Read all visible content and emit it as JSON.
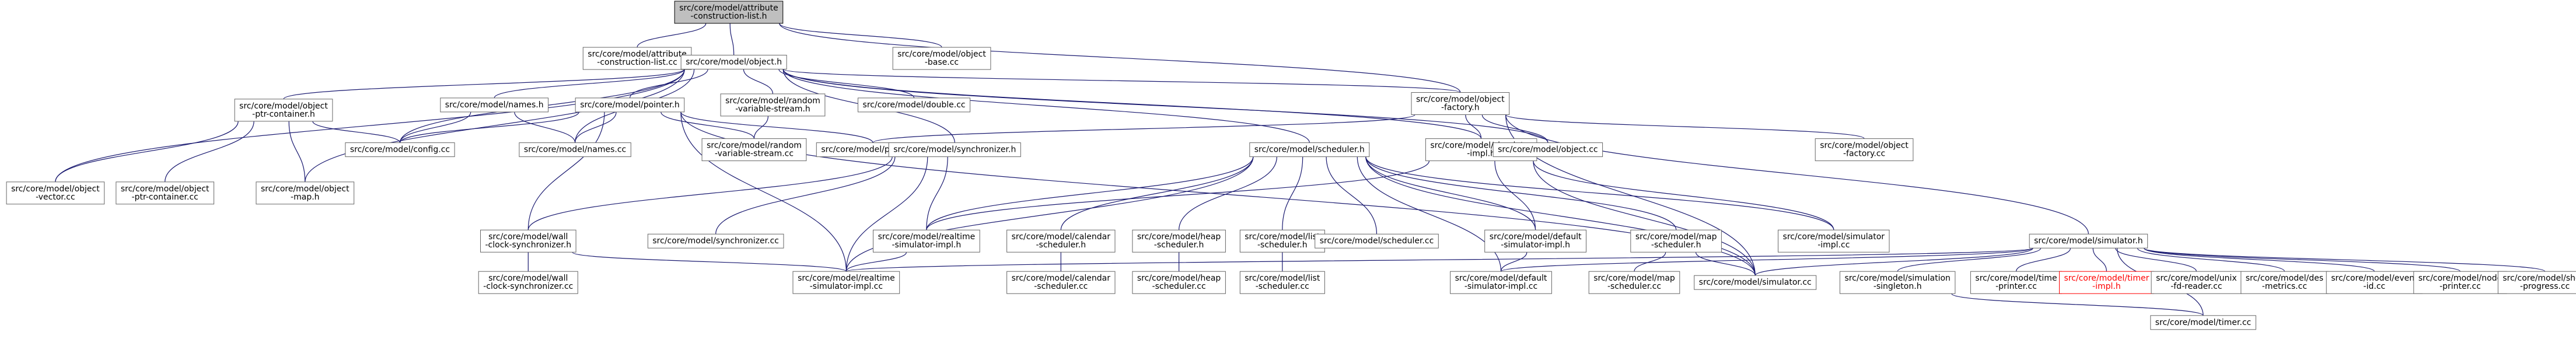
{
  "diagram": {
    "colors": {
      "edge": "#191970",
      "root_fill": "#bfbfbf",
      "box_stroke": "#666666",
      "missing_text": "#ff0000"
    },
    "nodes": [
      {
        "id": "acl_h",
        "lines": [
          "src/core/model/attribute",
          "-construction-list.h"
        ],
        "root": true
      },
      {
        "id": "acl_cc",
        "lines": [
          "src/core/model/attribute",
          "-construction-list.cc"
        ]
      },
      {
        "id": "object_h",
        "lines": [
          "src/core/model/object.h"
        ]
      },
      {
        "id": "object_base_cc",
        "lines": [
          "src/core/model/object",
          "-base.cc"
        ]
      },
      {
        "id": "opc_h",
        "lines": [
          "src/core/model/object",
          "-ptr-container.h"
        ]
      },
      {
        "id": "names_h",
        "lines": [
          "src/core/model/names.h"
        ]
      },
      {
        "id": "pointer_h",
        "lines": [
          "src/core/model/pointer.h"
        ]
      },
      {
        "id": "rvs_h",
        "lines": [
          "src/core/model/random",
          "-variable-stream.h"
        ]
      },
      {
        "id": "double_cc",
        "lines": [
          "src/core/model/double.cc"
        ]
      },
      {
        "id": "factory_h",
        "lines": [
          "src/core/model/object",
          "-factory.h"
        ]
      },
      {
        "id": "object_vector_cc",
        "lines": [
          "src/core/model/object",
          "-vector.cc"
        ]
      },
      {
        "id": "opc_cc",
        "lines": [
          "src/core/model/object",
          "-ptr-container.cc"
        ]
      },
      {
        "id": "object_map_h",
        "lines": [
          "src/core/model/object",
          "-map.h"
        ]
      },
      {
        "id": "config_cc",
        "lines": [
          "src/core/model/config.cc"
        ]
      },
      {
        "id": "names_cc",
        "lines": [
          "src/core/model/names.cc"
        ]
      },
      {
        "id": "rvs_cc",
        "lines": [
          "src/core/model/random",
          "-variable-stream.cc"
        ]
      },
      {
        "id": "pointer_cc",
        "lines": [
          "src/core/model/pointer.cc"
        ]
      },
      {
        "id": "sync_h",
        "lines": [
          "src/core/model/synchronizer.h"
        ]
      },
      {
        "id": "scheduler_h",
        "lines": [
          "src/core/model/scheduler.h"
        ]
      },
      {
        "id": "simimpl_h",
        "lines": [
          "src/core/model/simulator",
          "-impl.h"
        ]
      },
      {
        "id": "object_cc",
        "lines": [
          "src/core/model/object.cc"
        ]
      },
      {
        "id": "factory_cc",
        "lines": [
          "src/core/model/object",
          "-factory.cc"
        ]
      },
      {
        "id": "wcs_h",
        "lines": [
          "src/core/model/wall",
          "-clock-synchronizer.h"
        ]
      },
      {
        "id": "sync_cc",
        "lines": [
          "src/core/model/synchronizer.cc"
        ]
      },
      {
        "id": "rt_h",
        "lines": [
          "src/core/model/realtime",
          "-simulator-impl.h"
        ]
      },
      {
        "id": "cal_h",
        "lines": [
          "src/core/model/calendar",
          "-scheduler.h"
        ]
      },
      {
        "id": "heap_h",
        "lines": [
          "src/core/model/heap",
          "-scheduler.h"
        ]
      },
      {
        "id": "list_h",
        "lines": [
          "src/core/model/list",
          "-scheduler.h"
        ]
      },
      {
        "id": "scheduler_cc",
        "lines": [
          "src/core/model/scheduler.cc"
        ]
      },
      {
        "id": "defimpl_h",
        "lines": [
          "src/core/model/default",
          "-simulator-impl.h"
        ]
      },
      {
        "id": "map_h",
        "lines": [
          "src/core/model/map",
          "-scheduler.h"
        ]
      },
      {
        "id": "simimpl_cc",
        "lines": [
          "src/core/model/simulator",
          "-impl.cc"
        ]
      },
      {
        "id": "simulator_h",
        "lines": [
          "src/core/model/simulator.h"
        ]
      },
      {
        "id": "wcs_cc",
        "lines": [
          "src/core/model/wall",
          "-clock-synchronizer.cc"
        ]
      },
      {
        "id": "rt_cc",
        "lines": [
          "src/core/model/realtime",
          "-simulator-impl.cc"
        ]
      },
      {
        "id": "cal_cc",
        "lines": [
          "src/core/model/calendar",
          "-scheduler.cc"
        ]
      },
      {
        "id": "heap_cc",
        "lines": [
          "src/core/model/heap",
          "-scheduler.cc"
        ]
      },
      {
        "id": "list_cc",
        "lines": [
          "src/core/model/list",
          "-scheduler.cc"
        ]
      },
      {
        "id": "defimpl_cc",
        "lines": [
          "src/core/model/default",
          "-simulator-impl.cc"
        ]
      },
      {
        "id": "map_cc",
        "lines": [
          "src/core/model/map",
          "-scheduler.cc"
        ]
      },
      {
        "id": "simulator_cc",
        "lines": [
          "src/core/model/simulator.cc"
        ]
      },
      {
        "id": "singleton_h",
        "lines": [
          "src/core/model/simulation",
          "-singleton.h"
        ]
      },
      {
        "id": "time_printer_cc",
        "lines": [
          "src/core/model/time",
          "-printer.cc"
        ]
      },
      {
        "id": "timer_impl_h",
        "lines": [
          "src/core/model/timer",
          "-impl.h"
        ],
        "missing": true
      },
      {
        "id": "unix_fd_cc",
        "lines": [
          "src/core/model/unix",
          "-fd-reader.cc"
        ]
      },
      {
        "id": "des_metrics_cc",
        "lines": [
          "src/core/model/des",
          "-metrics.cc"
        ]
      },
      {
        "id": "event_id_cc",
        "lines": [
          "src/core/model/event",
          "-id.cc"
        ]
      },
      {
        "id": "node_printer_cc",
        "lines": [
          "src/core/model/node",
          "-printer.cc"
        ]
      },
      {
        "id": "show_progress_cc",
        "lines": [
          "src/core/model/show",
          "-progress.cc"
        ]
      },
      {
        "id": "timer_cc",
        "lines": [
          "src/core/model/timer.cc"
        ]
      }
    ],
    "edges": [
      [
        "acl_h",
        "acl_cc"
      ],
      [
        "acl_h",
        "object_h"
      ],
      [
        "acl_h",
        "object_base_cc"
      ],
      [
        "acl_h",
        "factory_h"
      ],
      [
        "object_h",
        "opc_h"
      ],
      [
        "object_h",
        "names_h"
      ],
      [
        "object_h",
        "pointer_h"
      ],
      [
        "object_h",
        "rvs_h"
      ],
      [
        "object_h",
        "double_cc"
      ],
      [
        "object_h",
        "factory_h"
      ],
      [
        "object_h",
        "object_vector_cc"
      ],
      [
        "object_h",
        "object_map_h"
      ],
      [
        "object_h",
        "config_cc"
      ],
      [
        "object_h",
        "names_cc"
      ],
      [
        "object_h",
        "sync_h"
      ],
      [
        "object_h",
        "scheduler_h"
      ],
      [
        "object_h",
        "object_cc"
      ],
      [
        "object_h",
        "simimpl_h"
      ],
      [
        "opc_h",
        "object_vector_cc"
      ],
      [
        "opc_h",
        "opc_cc"
      ],
      [
        "opc_h",
        "object_map_h"
      ],
      [
        "opc_h",
        "config_cc"
      ],
      [
        "names_h",
        "config_cc"
      ],
      [
        "names_h",
        "names_cc"
      ],
      [
        "pointer_h",
        "config_cc"
      ],
      [
        "pointer_h",
        "names_cc"
      ],
      [
        "pointer_h",
        "rvs_cc"
      ],
      [
        "pointer_h",
        "pointer_cc"
      ],
      [
        "pointer_h",
        "wcs_h"
      ],
      [
        "pointer_h",
        "rt_cc"
      ],
      [
        "pointer_h",
        "simulator_cc"
      ],
      [
        "rvs_h",
        "rvs_cc"
      ],
      [
        "factory_h",
        "pointer_cc"
      ],
      [
        "factory_h",
        "simimpl_h"
      ],
      [
        "factory_h",
        "object_cc"
      ],
      [
        "factory_h",
        "factory_cc"
      ],
      [
        "factory_h",
        "simulator_h"
      ],
      [
        "factory_h",
        "simulator_cc"
      ],
      [
        "sync_h",
        "wcs_h"
      ],
      [
        "sync_h",
        "sync_cc"
      ],
      [
        "sync_h",
        "rt_h"
      ],
      [
        "sync_h",
        "rt_cc"
      ],
      [
        "scheduler_h",
        "rt_h"
      ],
      [
        "scheduler_h",
        "cal_h"
      ],
      [
        "scheduler_h",
        "heap_h"
      ],
      [
        "scheduler_h",
        "list_h"
      ],
      [
        "scheduler_h",
        "scheduler_cc"
      ],
      [
        "scheduler_h",
        "defimpl_h"
      ],
      [
        "scheduler_h",
        "map_h"
      ],
      [
        "scheduler_h",
        "simimpl_cc"
      ],
      [
        "scheduler_h",
        "rt_cc"
      ],
      [
        "scheduler_h",
        "defimpl_cc"
      ],
      [
        "scheduler_h",
        "simulator_cc"
      ],
      [
        "simimpl_h",
        "rt_h"
      ],
      [
        "simimpl_h",
        "defimpl_h"
      ],
      [
        "simimpl_h",
        "simimpl_cc"
      ],
      [
        "simimpl_h",
        "simulator_cc"
      ],
      [
        "wcs_h",
        "wcs_cc"
      ],
      [
        "wcs_h",
        "rt_cc"
      ],
      [
        "rt_h",
        "rt_cc"
      ],
      [
        "cal_h",
        "cal_cc"
      ],
      [
        "heap_h",
        "heap_cc"
      ],
      [
        "list_h",
        "list_cc"
      ],
      [
        "defimpl_h",
        "defimpl_cc"
      ],
      [
        "map_h",
        "map_cc"
      ],
      [
        "map_h",
        "simulator_cc"
      ],
      [
        "simulator_h",
        "rt_cc"
      ],
      [
        "simulator_h",
        "defimpl_cc"
      ],
      [
        "simulator_h",
        "simulator_cc"
      ],
      [
        "simulator_h",
        "singleton_h"
      ],
      [
        "simulator_h",
        "time_printer_cc"
      ],
      [
        "simulator_h",
        "timer_impl_h"
      ],
      [
        "simulator_h",
        "unix_fd_cc"
      ],
      [
        "simulator_h",
        "des_metrics_cc"
      ],
      [
        "simulator_h",
        "event_id_cc"
      ],
      [
        "simulator_h",
        "node_printer_cc"
      ],
      [
        "simulator_h",
        "show_progress_cc"
      ],
      [
        "simulator_h",
        "timer_cc"
      ],
      [
        "singleton_h",
        "timer_cc"
      ]
    ]
  }
}
